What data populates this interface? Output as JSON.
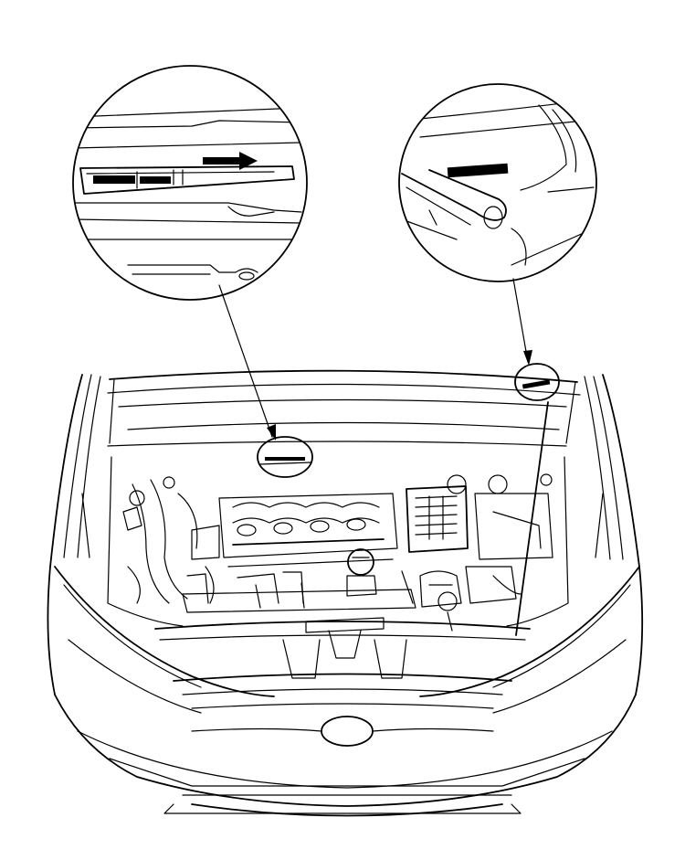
{
  "diagram": {
    "subject": "open-engine-bay-front-view",
    "callouts": [
      {
        "id": "left",
        "icon": "release-arrow-icon"
      },
      {
        "id": "right",
        "icon": "label-bar-icon"
      }
    ],
    "colors": {
      "line": "#000000",
      "background": "#ffffff"
    }
  }
}
